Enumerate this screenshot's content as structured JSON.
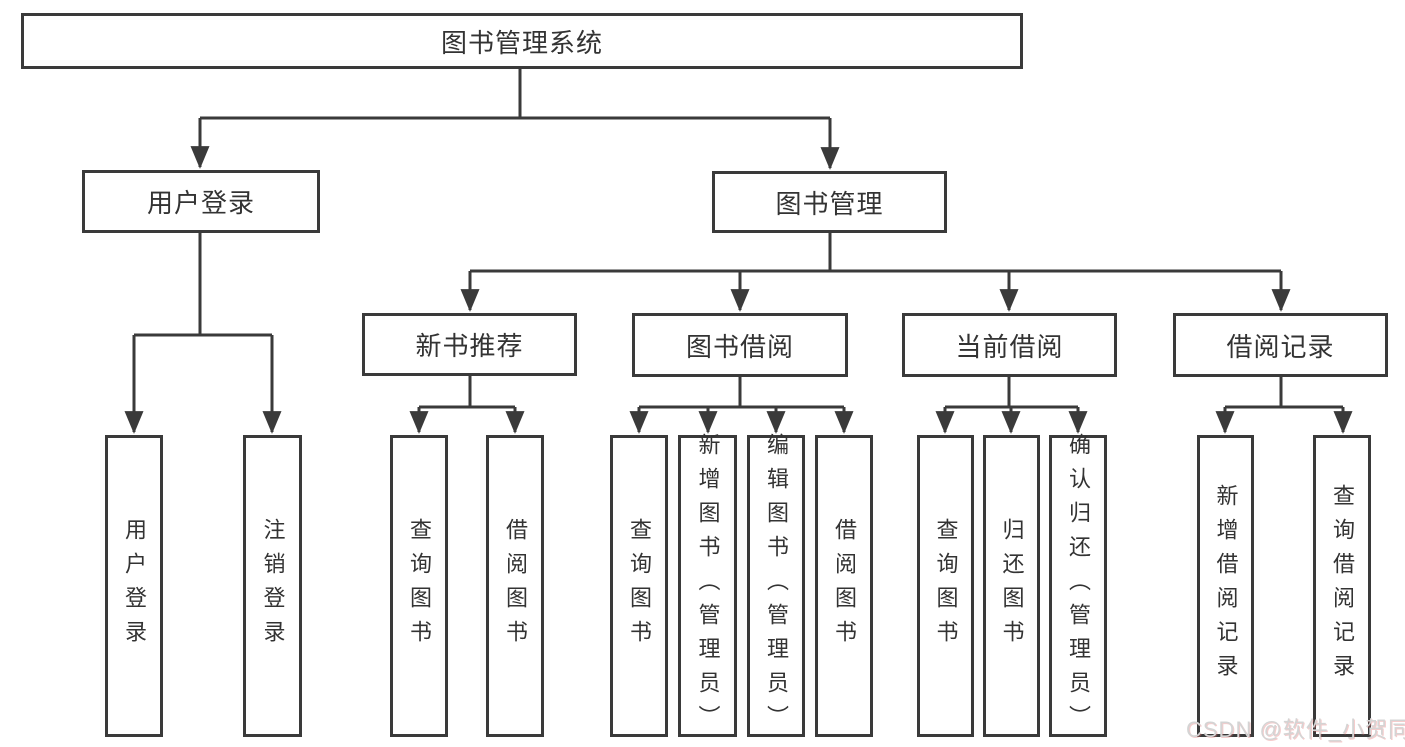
{
  "colors": {
    "background": "#ffffff",
    "line": "#3a3a3a",
    "border": "#3a3a3a",
    "text": "#333333",
    "watermark_text": "#d4d4d4"
  },
  "watermark": {
    "text": "CSDN @软件_小贺同学"
  },
  "tree": {
    "label": "图书管理系统",
    "children": [
      {
        "label": "用户登录",
        "children": [
          {
            "label": "用户登录"
          },
          {
            "label": "注销登录"
          }
        ]
      },
      {
        "label": "图书管理",
        "children": [
          {
            "label": "新书推荐",
            "children": [
              {
                "label": "查询图书"
              },
              {
                "label": "借阅图书"
              }
            ]
          },
          {
            "label": "图书借阅",
            "children": [
              {
                "label": "查询图书"
              },
              {
                "label": "新增图书（管理员）"
              },
              {
                "label": "编辑图书（管理员）"
              },
              {
                "label": "借阅图书"
              }
            ]
          },
          {
            "label": "当前借阅",
            "children": [
              {
                "label": "查询图书"
              },
              {
                "label": "归还图书"
              },
              {
                "label": "确认归还（管理员）"
              }
            ]
          },
          {
            "label": "借阅记录",
            "children": [
              {
                "label": "新增借阅记录"
              },
              {
                "label": "查询借阅记录"
              }
            ]
          }
        ]
      }
    ]
  }
}
